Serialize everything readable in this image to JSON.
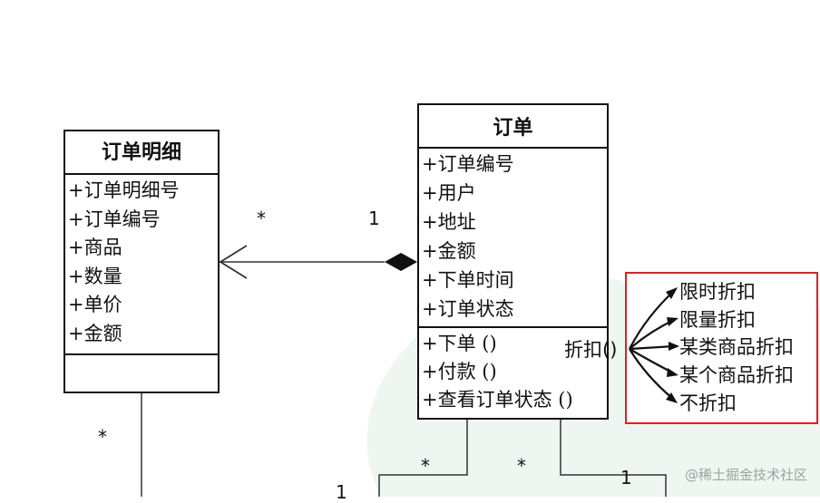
{
  "detail_class": {
    "name": "订单明细",
    "attributes": [
      "+订单明细号",
      "+订单编号",
      "+商品",
      "+数量",
      "+单价",
      "+金额"
    ]
  },
  "order_class": {
    "name": "订单",
    "attributes": [
      "+订单编号",
      "+用户",
      "+地址",
      "+金额",
      "+下单时间",
      "+订单状态"
    ],
    "methods": [
      "+下单 ()",
      "+付款 ()",
      "+查看订单状态 ()"
    ]
  },
  "association": {
    "detail_multiplicity": "*",
    "order_multiplicity": "1"
  },
  "bottom_multiplicities": {
    "detail_bottom": "*",
    "order_left_star": "*",
    "order_mid_star": "*",
    "order_right_one": "1",
    "left_one": "1"
  },
  "discount": {
    "label": "折扣()",
    "box_color": "#e02020",
    "options": [
      "限时折扣",
      "限量折扣",
      "某类商品折扣",
      "某个商品折扣",
      "不折扣"
    ]
  },
  "watermark": "@稀土掘金技术社区"
}
